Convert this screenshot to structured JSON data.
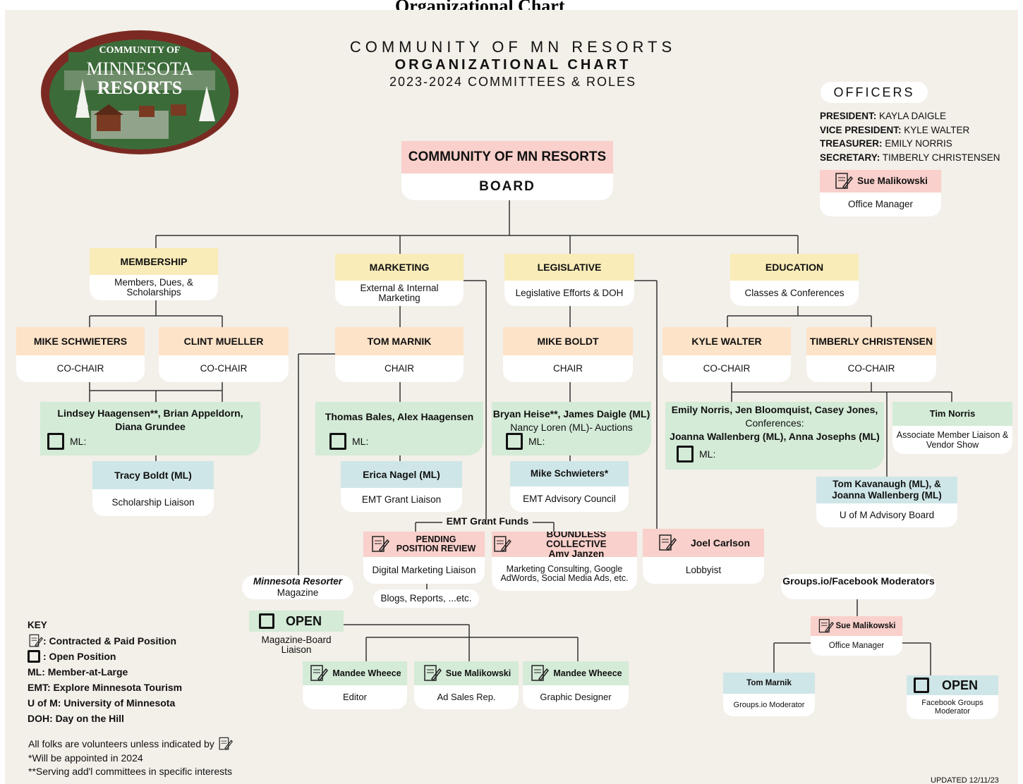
{
  "top_title": "Organizational Chart",
  "logo": {
    "line1": "COMMUNITY OF",
    "line2": "MINNESOTA",
    "line3": "RESORTS"
  },
  "title": {
    "line1": "COMMUNITY OF MN RESORTS",
    "line2": "ORGANIZATIONAL CHART",
    "line3": "2023-2024 COMMITTEES & ROLES"
  },
  "officers": {
    "heading": "OFFICERS",
    "items": [
      {
        "role": "PRESIDENT:",
        "name": " KAYLA DAIGLE"
      },
      {
        "role": "VICE PRESIDENT:",
        "name": " KYLE WALTER"
      },
      {
        "role": "TREASURER:",
        "name": " EMILY NORRIS"
      },
      {
        "role": "SECRETARY:",
        "name": " TIMBERLY CHRISTENSEN"
      }
    ],
    "manager_name": "Sue Malikowski",
    "manager_role": "Office Manager"
  },
  "board": {
    "name": "COMMUNITY OF MN RESORTS",
    "label": "BOARD"
  },
  "committees": {
    "membership": {
      "name": "MEMBERSHIP",
      "desc": "Members, Dues, & Scholarships"
    },
    "marketing": {
      "name": "MARKETING",
      "desc": "External & Internal Marketing"
    },
    "legislative": {
      "name": "LEGISLATIVE",
      "desc": "Legislative Efforts & DOH"
    },
    "education": {
      "name": "EDUCATION",
      "desc": "Classes & Conferences"
    }
  },
  "chairs": {
    "mike_s": {
      "name": "MIKE SCHWIETERS",
      "role": "CO-CHAIR"
    },
    "clint": {
      "name": "CLINT MUELLER",
      "role": "CO-CHAIR"
    },
    "tom": {
      "name": "TOM MARNIK",
      "role": "CHAIR"
    },
    "mike_b": {
      "name": "MIKE BOLDT",
      "role": "CHAIR"
    },
    "kyle": {
      "name": "KYLE WALTER",
      "role": "CO-CHAIR"
    },
    "timberly": {
      "name": "TIMBERLY CHRISTENSEN",
      "role": "CO-CHAIR"
    }
  },
  "members": {
    "membership_line1": "Lindsey Haagensen**, Brian Appeldorn,",
    "membership_line2": "Diana Grundee",
    "marketing_line1": "Thomas Bales, Alex Haagensen",
    "legislative_line1": "Bryan Heise**, James Daigle (ML)",
    "legislative_line2": "Nancy Loren (ML)- Auctions",
    "education_line1": "Emily Norris, Jen Bloomquist, Casey Jones,",
    "education_line2": "Conferences:",
    "education_line3": "Joanna Wallenberg (ML), Anna Josephs (ML)",
    "ml_label": "ML:"
  },
  "liaisons": {
    "tracy": {
      "name": "Tracy Boldt (ML)",
      "role": "Scholarship Liaison"
    },
    "erica": {
      "name": "Erica Nagel (ML)",
      "role": "EMT Grant Liaison"
    },
    "mike_s2": {
      "name": "Mike Schwieters*",
      "role": "EMT Advisory Council"
    },
    "tim": {
      "name": "Tim Norris",
      "role": "Associate Member Liaison & Vendor Show"
    },
    "tom_k": {
      "name1": "Tom Kavanaugh (ML), &",
      "name2": "Joanna Wallenberg (ML)",
      "role": "U of M Advisory Board"
    }
  },
  "emt_grant_funds": "EMT Grant Funds",
  "pending": {
    "name": "PENDING POSITION REVIEW",
    "role": "Digital Marketing Liaison",
    "extra": "Blogs, Reports, ...etc."
  },
  "boundless": {
    "name1": "BOUNDLESS COLLECTIVE",
    "name2": "Amy Janzen",
    "role": "Marketing Consulting, Google AdWords, Social Media Ads, etc."
  },
  "joel": {
    "name": "Joel Carlson",
    "role": "Lobbyist"
  },
  "magazine": {
    "title": "Minnesota Resorter",
    "sub": "Magazine",
    "open": "OPEN",
    "open_role": "Magazine-Board Liaison"
  },
  "mag_staff": [
    {
      "name": "Mandee Wheece",
      "role": "Editor"
    },
    {
      "name": "Sue Malikowski",
      "role": "Ad Sales Rep."
    },
    {
      "name": "Mandee Wheece",
      "role": "Graphic Designer"
    }
  ],
  "groups": {
    "title": "Groups.io/Facebook Moderators",
    "manager_name": "Sue Malikowski",
    "manager_role": "Office Manager",
    "tom_name": "Tom Marnik",
    "tom_role": "Groups.io Moderator",
    "open": "OPEN",
    "open_role": "Facebook Groups Moderator"
  },
  "key": {
    "heading": "KEY",
    "contracted": ": Contracted & Paid Position",
    "open": ": Open Position",
    "ml": "ML: Member-at-Large",
    "emt": "EMT: Explore Minnesota Tourism",
    "uofm": "U of M: University of Minnesota",
    "doh": "DOH: Day on the Hill"
  },
  "notes": {
    "volunteers": "All folks are volunteers unless indicated by",
    "appointed": "*Will be appointed in 2024",
    "serving": "**Serving add'l committees in specific interests"
  },
  "updated": "UPDATED 12/11/23",
  "colors": {
    "header_pink": "#f9d0cb",
    "committee_yellow": "#f9ecb8",
    "chair_orange": "#fde3c8",
    "member_green": "#d4ebd7",
    "liaison_blue": "#cfe6e8",
    "background": "#f3efe9"
  }
}
